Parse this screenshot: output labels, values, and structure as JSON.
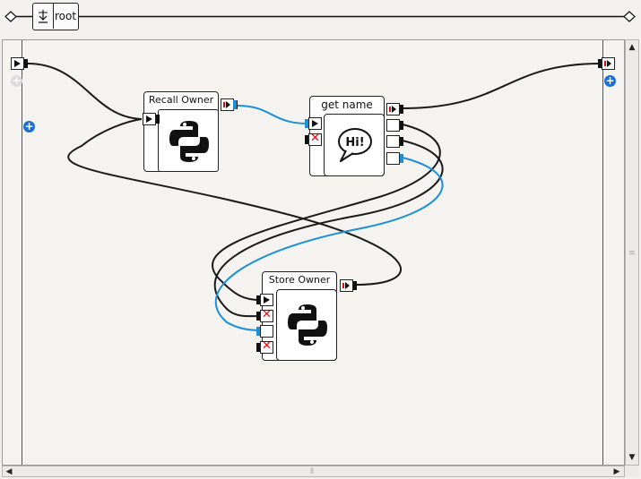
{
  "breadcrumb": {
    "root_label": "root"
  },
  "nodes": {
    "recall": {
      "title": "Recall Owner",
      "icon": "python-icon"
    },
    "getname": {
      "title": "get  name",
      "icon": "speech-bubble-icon",
      "bubble_text": "Hi!"
    },
    "store": {
      "title": "Store Owner",
      "icon": "python-icon"
    }
  },
  "colors": {
    "wire": "#1a1a1a",
    "wire_selected": "#1b8fd8",
    "accent_plus": "#1a6fd6",
    "error": "#d11111"
  }
}
